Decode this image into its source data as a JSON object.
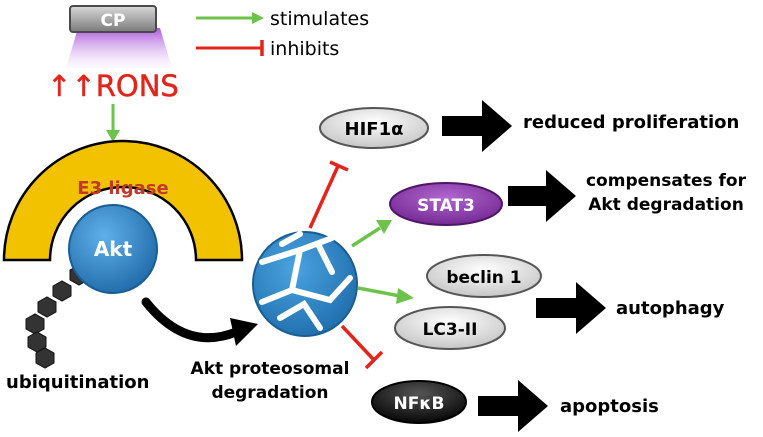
{
  "source": {
    "label": "CP"
  },
  "rons": {
    "prefix": "↑↑",
    "label": "RONS"
  },
  "legend": {
    "stimulates": "stimulates",
    "inhibits": "inhibits"
  },
  "enzyme": {
    "label": "E3 ligase"
  },
  "kinase": {
    "label": "Akt"
  },
  "modification": {
    "label": "ubiquitination"
  },
  "degradation": {
    "line1": "Akt proteosomal",
    "line2": "degradation"
  },
  "targets": {
    "hif1a": "HIF1α",
    "stat3": "STAT3",
    "beclin1": "beclin 1",
    "lc3": "LC3-II",
    "nfkb": "NFκB"
  },
  "outcomes": {
    "proliferation": "reduced proliferation",
    "compensation_line1": "compensates for",
    "compensation_line2": "Akt degradation",
    "autophagy": "autophagy",
    "apoptosis": "apoptosis"
  },
  "colors": {
    "stimulate": "#6cc24a",
    "inhibit": "#e3241b",
    "akt_blue": "#2f86c8",
    "ligase_gold": "#f2c200",
    "ligase_text": "#c0392b",
    "stat3_purple": "#8a2fa8",
    "plasma_purple": "#c07ae0"
  }
}
